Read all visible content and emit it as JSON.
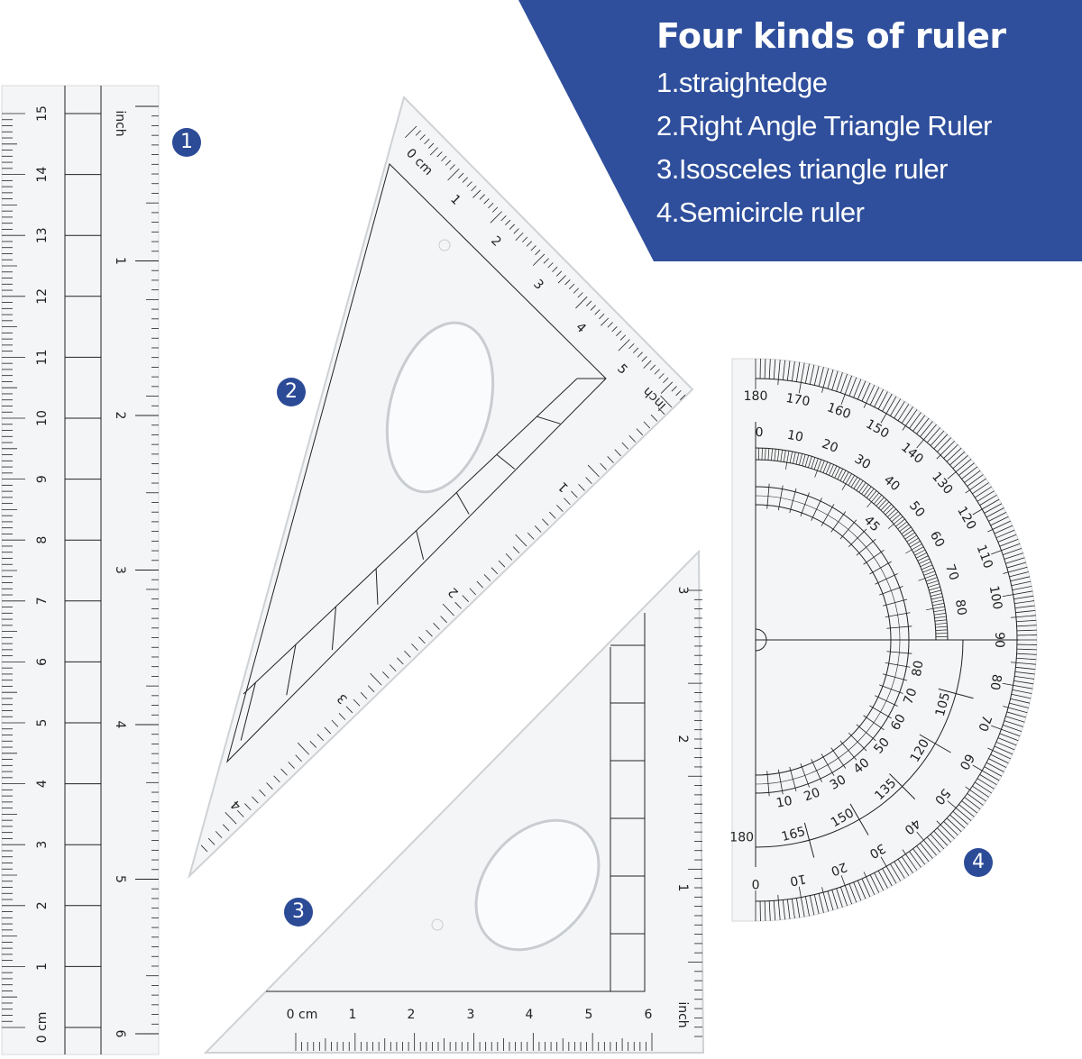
{
  "colors": {
    "banner": "#2f4f9c",
    "badge": "#2c4b97",
    "ink": "#222222",
    "plastic": "#f4f5f6"
  },
  "banner": {
    "title": "Four kinds of ruler",
    "items": [
      "1.straightedge",
      "2.Right Angle Triangle Ruler",
      "3.Isosceles triangle ruler",
      "4.Semicircle ruler"
    ]
  },
  "badges": [
    "1",
    "2",
    "3",
    "4"
  ],
  "straightedge": {
    "cm_labels": [
      "0 cm",
      "1",
      "2",
      "3",
      "4",
      "5",
      "6",
      "7",
      "8",
      "9",
      "10",
      "11",
      "12",
      "13",
      "14",
      "15"
    ],
    "inch_unit": "inch",
    "inch_labels": [
      "1",
      "2",
      "3",
      "4",
      "5",
      "6"
    ]
  },
  "right_triangle": {
    "cm_labels": [
      "0 cm",
      "1",
      "2",
      "3",
      "4",
      "5"
    ],
    "inch_unit": "inch",
    "inch_labels": [
      "1",
      "2",
      "3",
      "4"
    ]
  },
  "isosceles_triangle": {
    "cm_labels": [
      "0 cm",
      "1",
      "2",
      "3",
      "4",
      "5",
      "6"
    ],
    "inch_unit": "inch",
    "inch_labels": [
      "1",
      "2",
      "3"
    ]
  },
  "protractor": {
    "outer_labels": [
      "180",
      "170",
      "160",
      "150",
      "140",
      "130",
      "120",
      "110",
      "100",
      "90",
      "80",
      "70",
      "60",
      "50",
      "40",
      "30",
      "20",
      "10",
      "0"
    ],
    "middle_labels": [
      "0",
      "10",
      "20",
      "30",
      "40",
      "50",
      "60",
      "70",
      "80"
    ],
    "lower_labels": [
      "105",
      "120",
      "135",
      "150",
      "165",
      "180"
    ],
    "inner_top_label": "45",
    "inner_labels": [
      "80",
      "70",
      "60",
      "50",
      "40",
      "30",
      "20",
      "10"
    ]
  }
}
